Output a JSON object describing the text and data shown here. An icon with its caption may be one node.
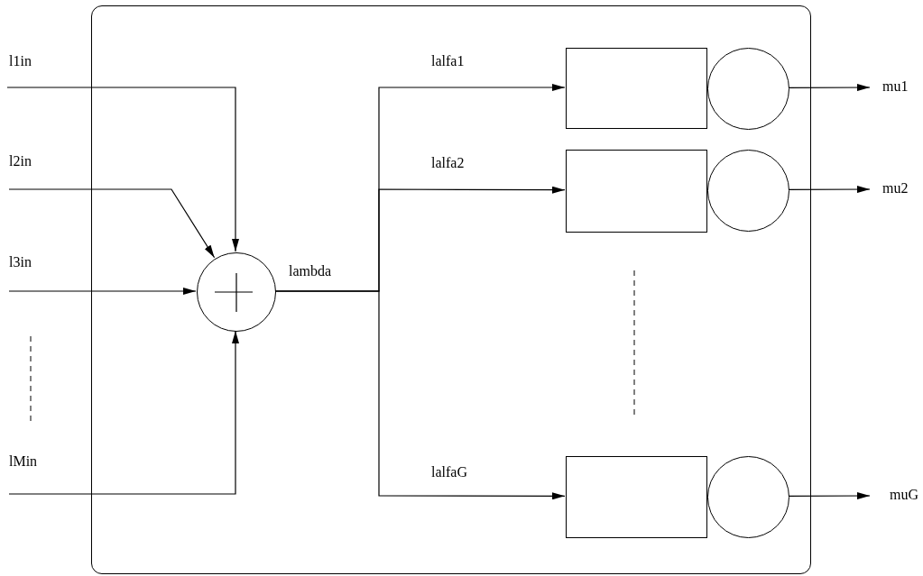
{
  "diagram": {
    "nodes": [
      {
        "text": [],
        "shape": "box"
      },
      {
        "text": [],
        "shape": "circle",
        "in": 0
      },
      {
        "text": [],
        "shape": "box",
        "in": 0
      },
      {
        "text": [],
        "shape": "circle",
        "in": 0
      },
      {
        "text": [],
        "shape": "box",
        "in": 0
      },
      {
        "text": [],
        "shape": "circle",
        "in": 0
      },
      {
        "text": [],
        "shape": "box",
        "in": 0
      },
      {
        "text": [],
        "shape": "circle",
        "in": 0
      }
    ],
    "edges": [
      {
        "from": null,
        "to": 1,
        "arrow": "to",
        "label": "l1in"
      },
      {
        "from": null,
        "to": 1,
        "arrow": "to",
        "label": "l2in"
      },
      {
        "from": null,
        "to": 1,
        "arrow": "to",
        "label": "l3in"
      },
      {
        "from": null,
        "to": 1,
        "arrow": "to",
        "label": "lMin"
      },
      {
        "from": 1,
        "to": 2,
        "arrow": "to",
        "label": "lalfa1"
      },
      {
        "from": 1,
        "to": 4,
        "arrow": "to",
        "label": "lalfa2"
      },
      {
        "from": 1,
        "to": 6,
        "arrow": "to",
        "label": "lalfaG"
      },
      {
        "from": 3,
        "to": null,
        "arrow": "to",
        "label": "mu1"
      },
      {
        "from": 5,
        "to": null,
        "arrow": "to",
        "label": "mu2"
      },
      {
        "from": 7,
        "to": null,
        "arrow": "to",
        "label": "muG"
      }
    ],
    "labels": [
      "lambda"
    ]
  }
}
